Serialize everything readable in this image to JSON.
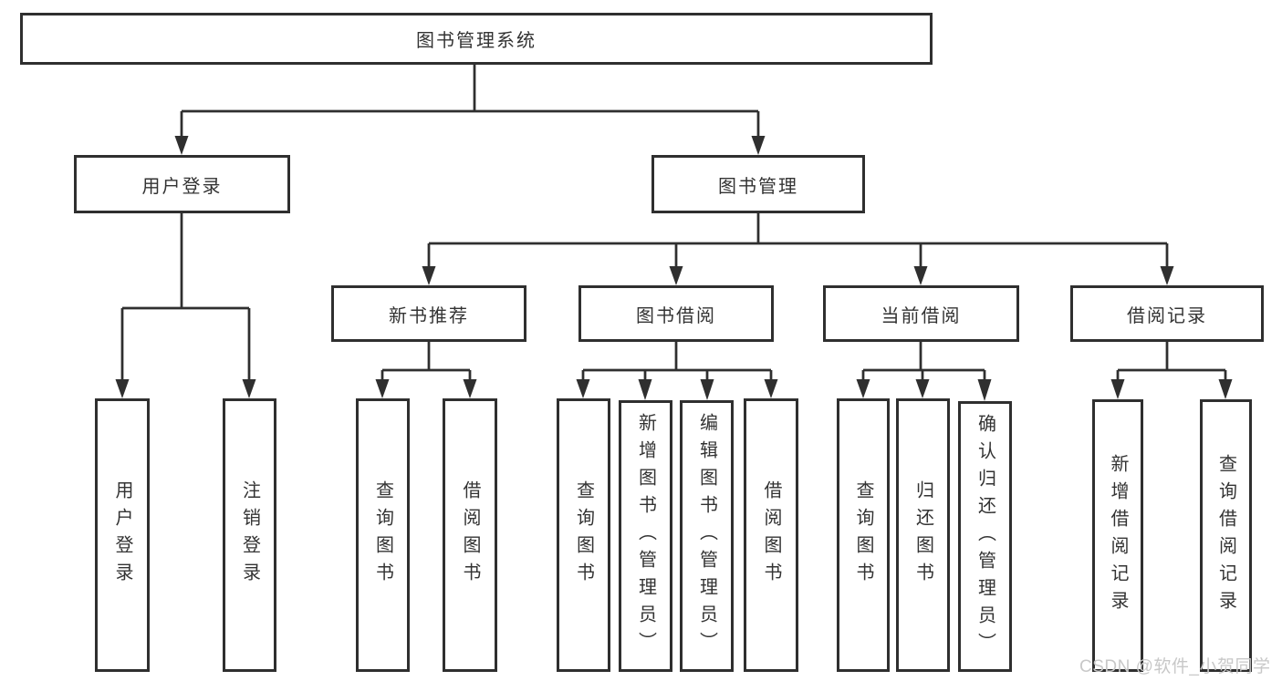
{
  "diagram": {
    "title": "图书管理系统",
    "branches": [
      {
        "label": "用户登录",
        "children": [
          {
            "label": "用户登录"
          },
          {
            "label": "注销登录"
          }
        ]
      },
      {
        "label": "图书管理",
        "children": [
          {
            "label": "新书推荐",
            "children": [
              {
                "label": "查询图书"
              },
              {
                "label": "借阅图书"
              }
            ]
          },
          {
            "label": "图书借阅",
            "children": [
              {
                "label": "查询图书"
              },
              {
                "label": "新增图书（管理员）"
              },
              {
                "label": "编辑图书（管理员）"
              },
              {
                "label": "借阅图书"
              }
            ]
          },
          {
            "label": "当前借阅",
            "children": [
              {
                "label": "查询图书"
              },
              {
                "label": "归还图书"
              },
              {
                "label": "确认归还（管理员）"
              }
            ]
          },
          {
            "label": "借阅记录",
            "children": [
              {
                "label": "新增借阅记录"
              },
              {
                "label": "查询借阅记录"
              }
            ]
          }
        ]
      }
    ]
  },
  "watermark": "CSDN @软件_小贺同学",
  "colors": {
    "line": "#2f2f2f",
    "text": "#333333",
    "box_background": "#ffffff",
    "page_background": "#ffffff",
    "watermark": "#c8c8c8"
  }
}
